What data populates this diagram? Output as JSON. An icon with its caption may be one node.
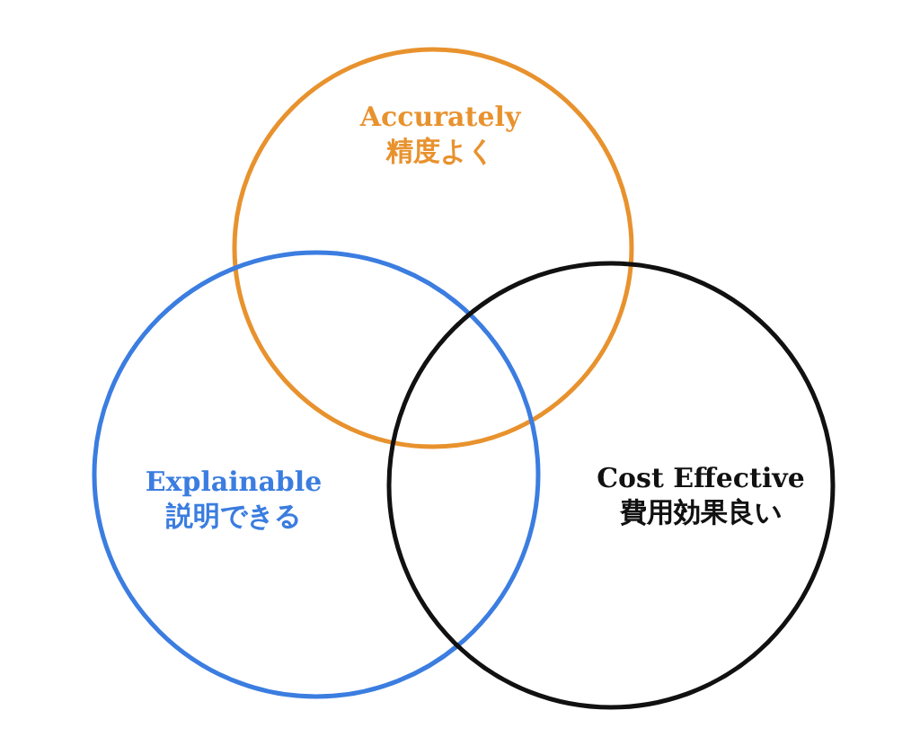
{
  "diagram": {
    "nodes": [
      {
        "text": [
          "Accurately",
          "精度よく"
        ]
      },
      {
        "text": [
          "Explainable",
          "説明できる"
        ]
      },
      {
        "text": [
          "Cost Effective",
          "費用効果良い"
        ]
      }
    ]
  }
}
